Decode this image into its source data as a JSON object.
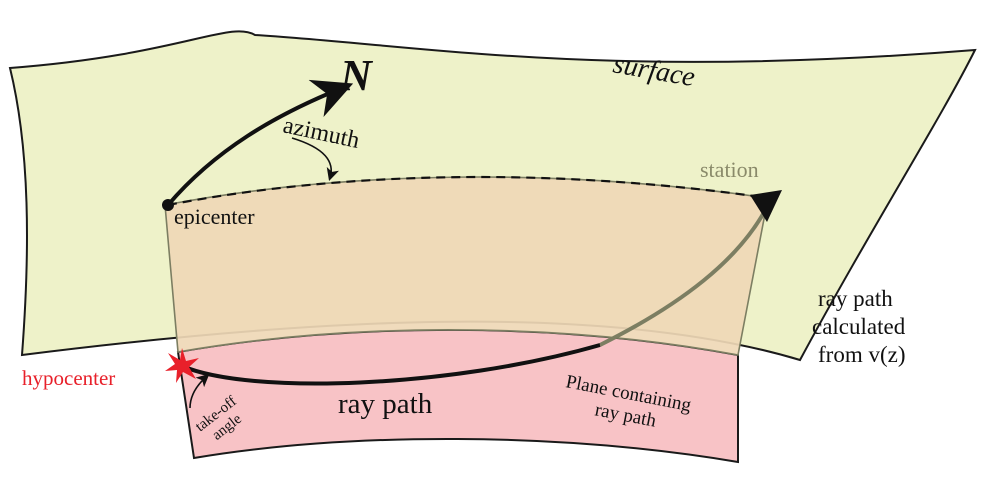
{
  "diagram": {
    "labels": {
      "surface": "surface",
      "north": "N",
      "azimuth": "azimuth",
      "station": "station",
      "epicenter": "epicenter",
      "hypocenter": "hypocenter",
      "ray_path": "ray path",
      "takeoff_line1": "take-off",
      "takeoff_line2": "angle",
      "plane_line1": "Plane containing",
      "plane_line2": "ray path",
      "calc_line1": "ray path",
      "calc_line2": "calculated",
      "calc_line3": "from v(z)"
    },
    "colors": {
      "surface_fill": "#eef2c9",
      "plane_above_fill": "#efd8b6",
      "plane_below_fill": "#f8c3c6",
      "outline": "#1a1a1a",
      "hypocenter": "#e8202a",
      "station_label": "#8a8a6a",
      "ray_above": "#7c7e62",
      "ray_below": "#111111"
    },
    "icons": {
      "station": "triangle-station-icon",
      "epicenter": "dot-epicenter-icon",
      "hypocenter": "star-hypocenter-icon"
    }
  }
}
